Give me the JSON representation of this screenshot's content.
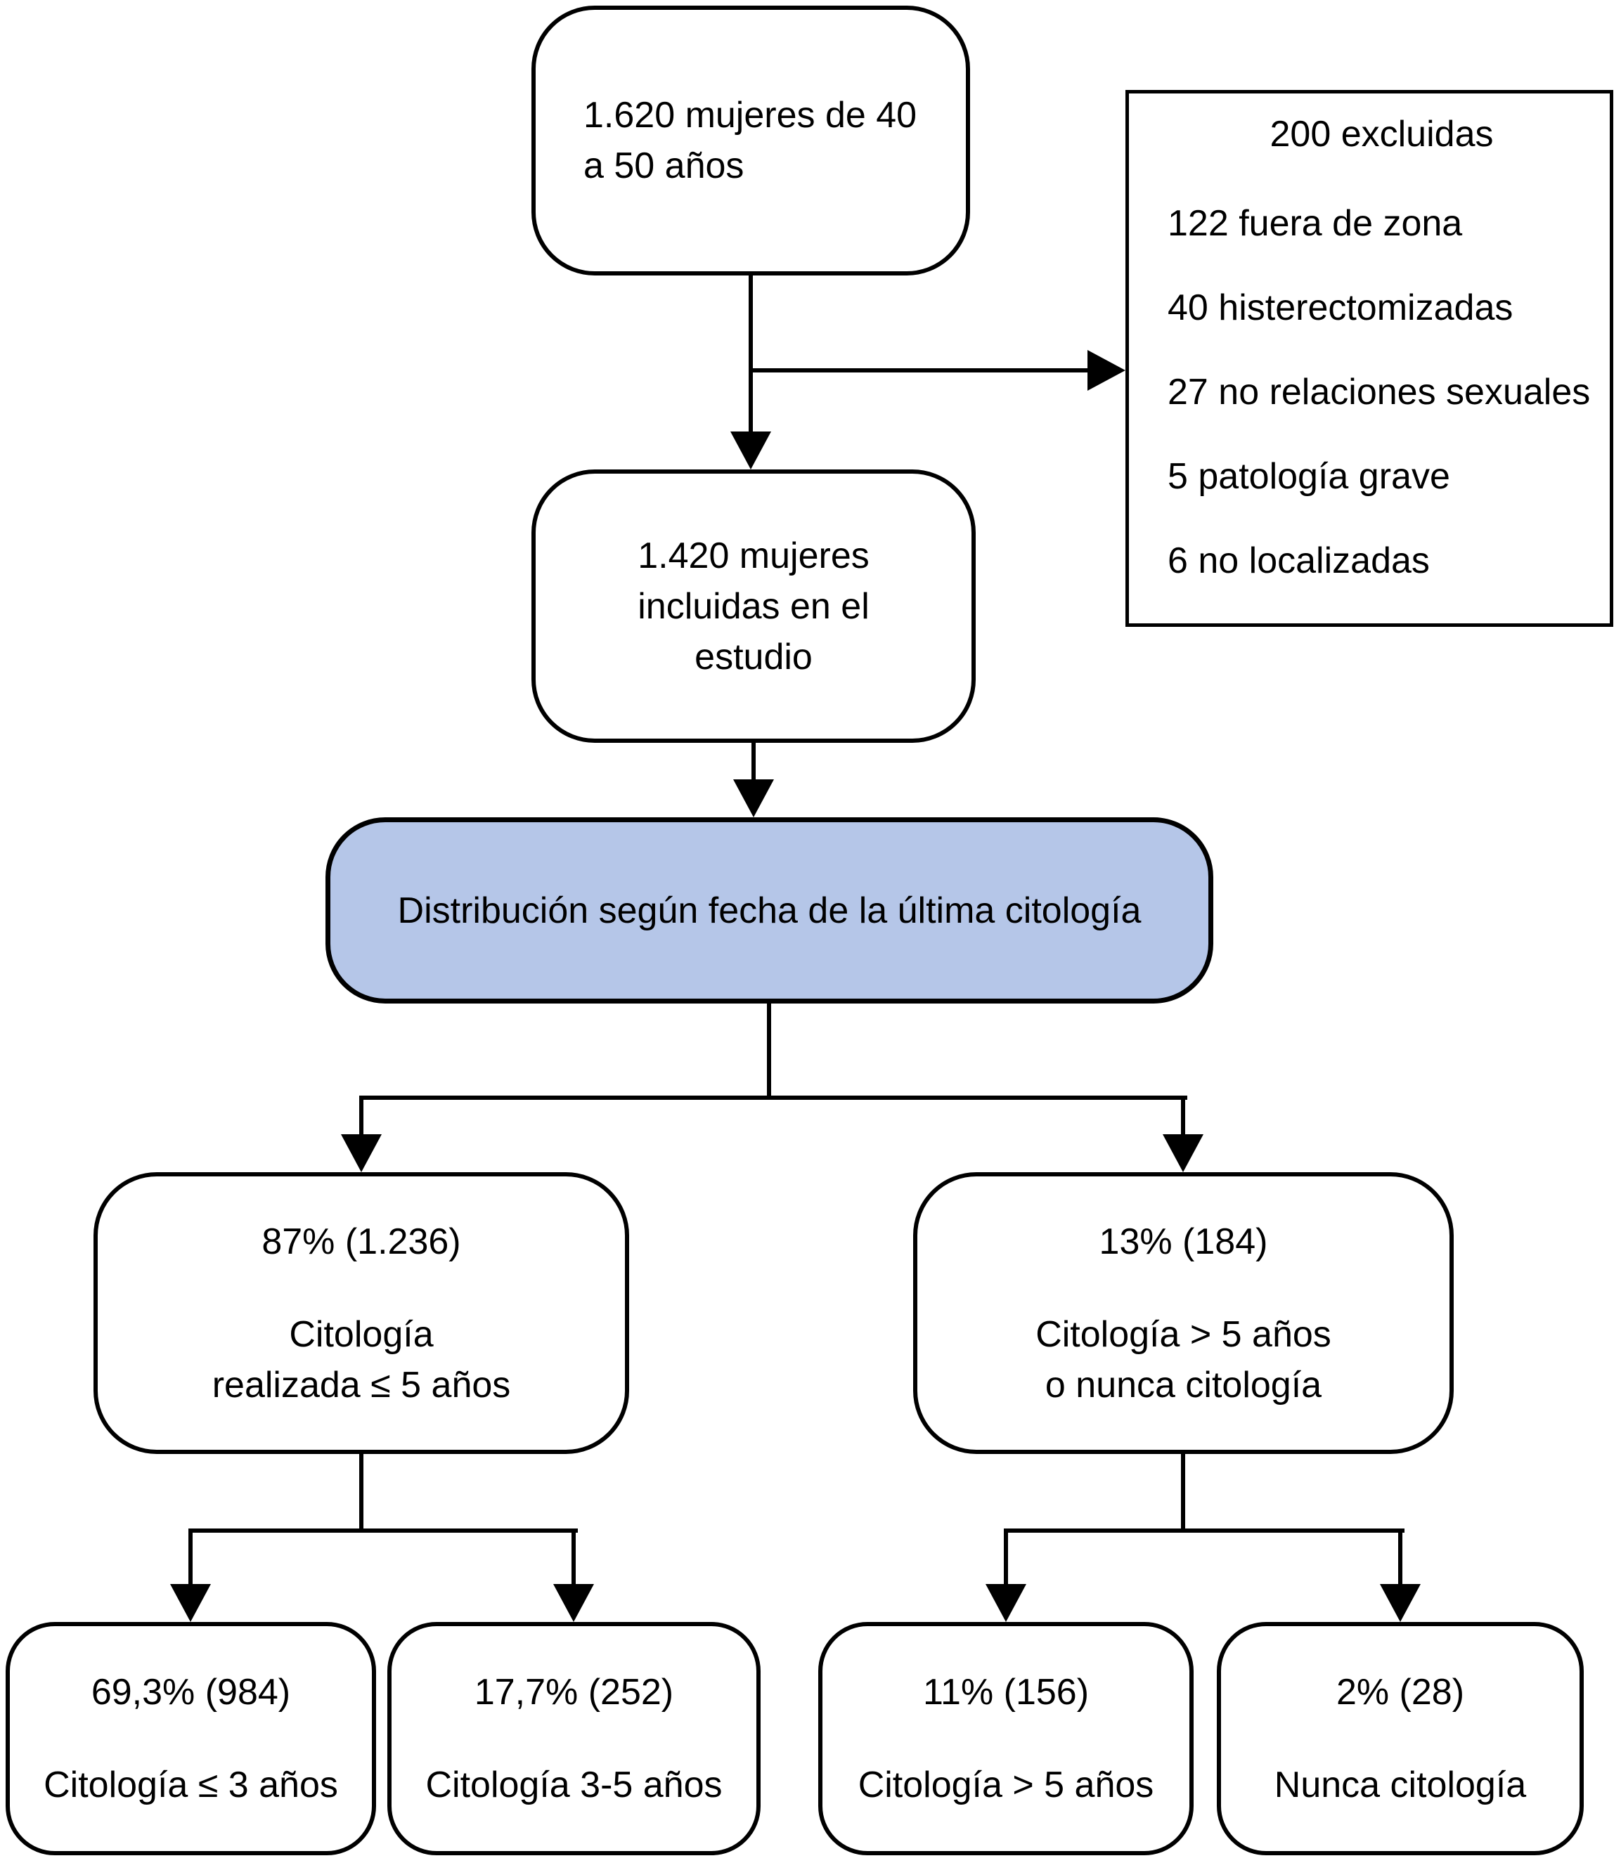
{
  "diagram": {
    "type": "flowchart",
    "language": "es",
    "colors": {
      "background": "#ffffff",
      "line": "#000000",
      "text": "#000000",
      "highlight_fill": "#b5c6e8"
    },
    "nodes": {
      "top": {
        "lines": [
          "1.620 mujeres de 40",
          "a 50 años"
        ]
      },
      "excluded": {
        "title": "200 excluidas",
        "items": [
          "122 fuera de zona",
          "40 histerectomizadas",
          "27 no relaciones sexuales",
          "5 patología grave",
          "6 no localizadas"
        ]
      },
      "included": {
        "lines": [
          "1.420 mujeres",
          "incluidas en el",
          "estudio"
        ]
      },
      "distribution": {
        "label": "Distribución según fecha de la última citología"
      },
      "mid_left": {
        "value": "87% (1.236)",
        "lines": [
          "Citología",
          "realizada ≤ 5 años"
        ]
      },
      "mid_right": {
        "value": "13% (184)",
        "lines": [
          "Citología > 5 años",
          "o nunca citología"
        ]
      },
      "bottom_1": {
        "value": "69,3% (984)",
        "label": "Citología ≤ 3 años"
      },
      "bottom_2": {
        "value": "17,7% (252)",
        "label": "Citología 3-5 años"
      },
      "bottom_3": {
        "value": "11% (156)",
        "label": "Citología > 5 años"
      },
      "bottom_4": {
        "value": "2% (28)",
        "label": "Nunca citología"
      }
    },
    "edges": [
      "top -> included",
      "top -> excluded",
      "included -> distribution",
      "distribution -> mid_left",
      "distribution -> mid_right",
      "mid_left -> bottom_1",
      "mid_left -> bottom_2",
      "mid_right -> bottom_3",
      "mid_right -> bottom_4"
    ]
  }
}
